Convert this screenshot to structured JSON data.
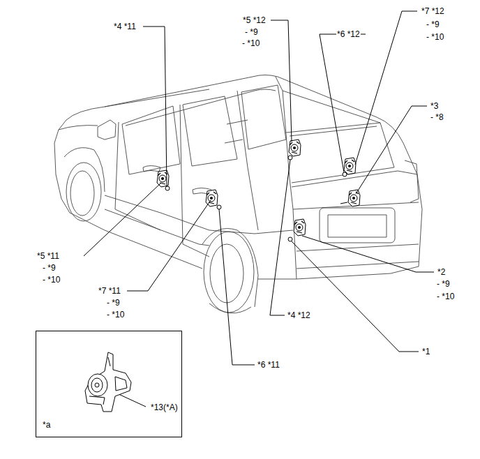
{
  "diagram": {
    "nodes": [
      {
        "text": [
          "*13(*A)",
          "*a"
        ]
      }
    ],
    "edges": [],
    "labels": [
      "*7 *12",
      "*5 *12",
      "- *9",
      "- *9",
      "*4 *11",
      "- *10",
      "- *10",
      "*6 *12",
      "*3",
      "- *8",
      "*5 *11",
      "- *9",
      "- *10",
      "*2",
      "- *9",
      "*7 *11",
      "- *10",
      "- *9",
      "- *10",
      "*4 *12",
      "*1",
      "*6 *11"
    ]
  }
}
